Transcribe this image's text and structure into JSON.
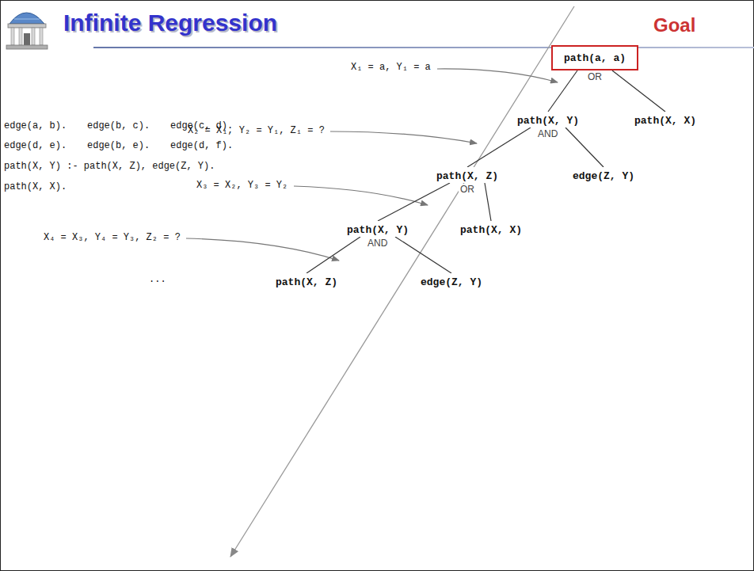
{
  "diagram": {
    "title": "Infinite Regression",
    "nodes": [
      {
        "text": [
          "path(a, a)"
        ]
      },
      {
        "text": [
          "path(X, Y)"
        ]
      },
      {
        "text": [
          "path(X, X)"
        ]
      },
      {
        "text": [
          "path(X, Z)"
        ]
      },
      {
        "text": [
          "edge(Z, Y)"
        ]
      },
      {
        "text": [
          "path(X, Y)"
        ]
      },
      {
        "text": [
          "path(X, X)"
        ]
      },
      {
        "text": [
          "path(X, Z)"
        ]
      },
      {
        "text": [
          "edge(Z, Y)"
        ]
      }
    ],
    "edges": [
      {
        "from": 0,
        "to": 1,
        "arrow": "none"
      },
      {
        "from": 0,
        "to": 2,
        "arrow": "none"
      },
      {
        "from": 1,
        "to": 3,
        "arrow": "none"
      },
      {
        "from": 1,
        "to": 4,
        "arrow": "none"
      },
      {
        "from": 3,
        "to": 5,
        "arrow": "none"
      },
      {
        "from": 3,
        "to": 6,
        "arrow": "none"
      },
      {
        "from": 5,
        "to": 7,
        "arrow": "none"
      },
      {
        "from": 5,
        "to": 8,
        "arrow": "none"
      }
    ],
    "labels": [
      "edge(a, b).",
      "edge(b, c).",
      "edge(c, d).",
      "edge(d, e).",
      "edge(b, e).",
      "edge(d, f).",
      "path(X, Y) :- path(X, Z), edge(Z, Y).",
      "path(X, X).",
      "Goal",
      "X₁ = a, Y₁ = a",
      "OR",
      "X₂ = X₁, Y₂ = Y₁, Z₁ = ?",
      "AND",
      "X₃ = X₂, Y₃ = Y₂",
      "OR",
      "X₄ = X₃, Y₄ = Y₃, Z₂ = ?",
      "AND",
      "..."
    ]
  }
}
